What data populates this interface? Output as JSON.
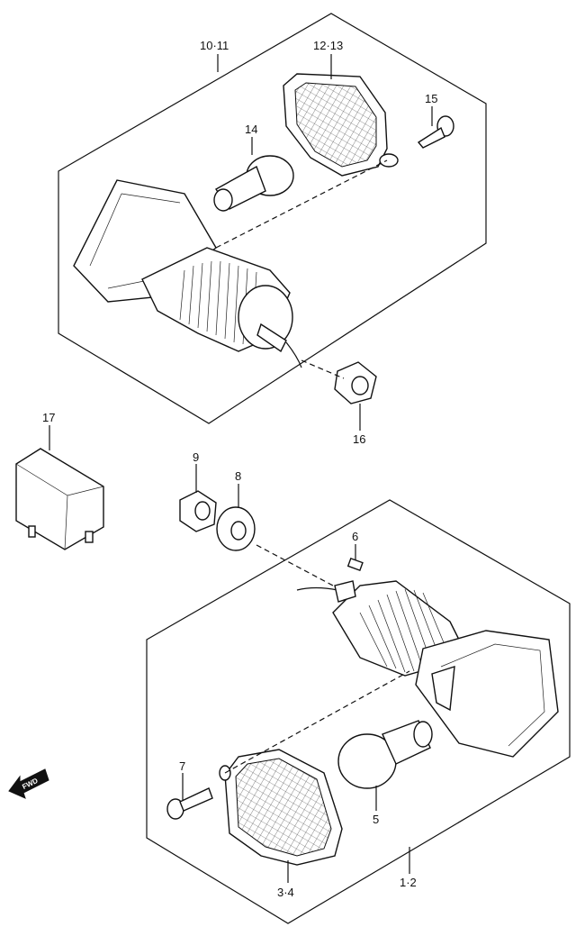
{
  "diagram": {
    "callouts": {
      "c1011": "10·11",
      "c1213": "12·13",
      "c14": "14",
      "c15": "15",
      "c16": "16",
      "c17": "17",
      "c9": "9",
      "c8": "8",
      "c6": "6",
      "c7": "7",
      "c5": "5",
      "c34": "3·4",
      "c12": "1·2"
    },
    "fwd_label": "FWD"
  }
}
